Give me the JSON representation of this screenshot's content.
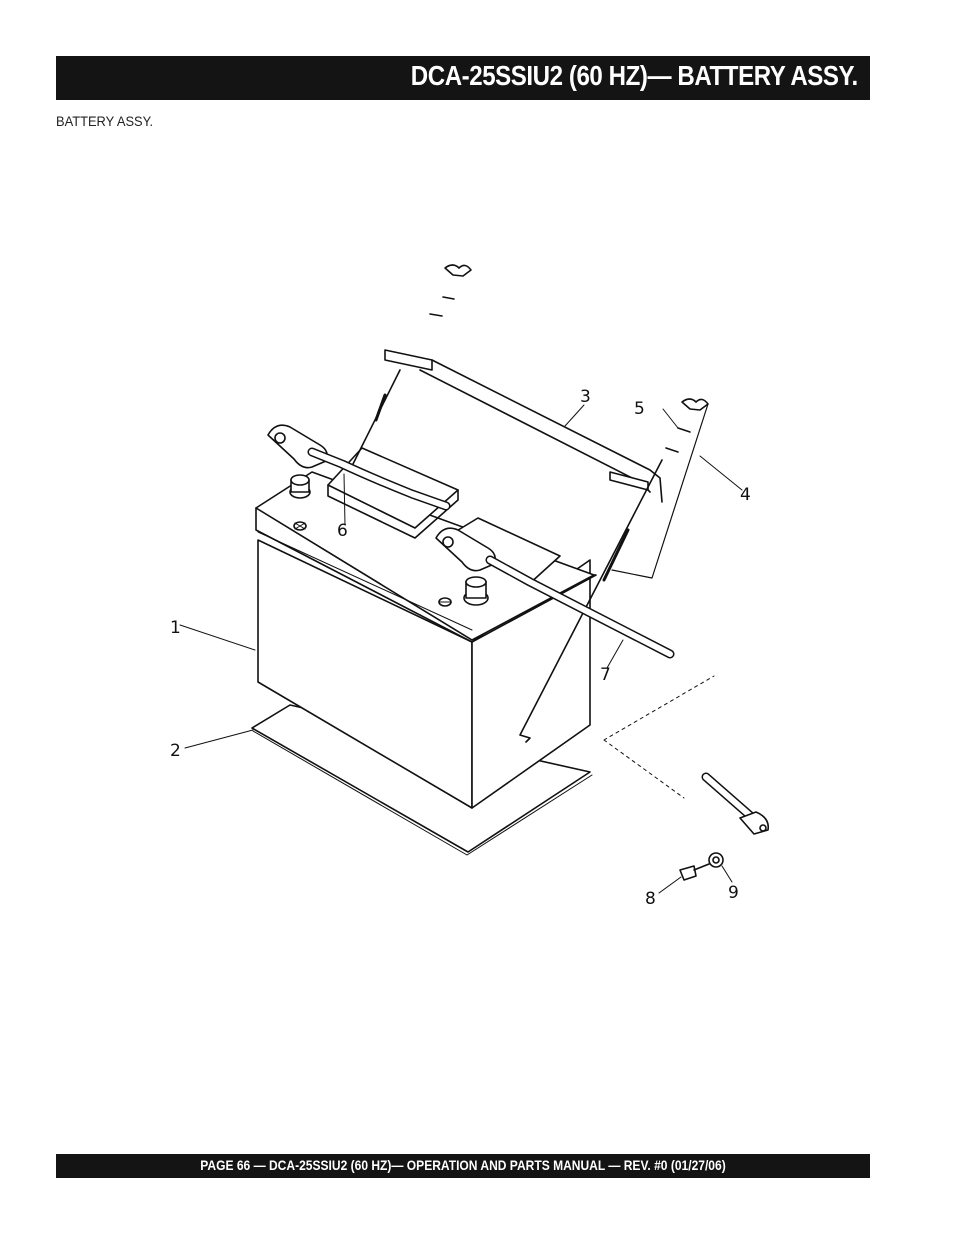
{
  "header": {
    "title": "DCA-25SSIU2 (60 HZ)— BATTERY ASSY."
  },
  "subtitle": "BATTERY ASSY.",
  "diagram": {
    "callouts": [
      "1",
      "2",
      "3",
      "4",
      "5",
      "6",
      "7",
      "8",
      "9"
    ]
  },
  "footer": {
    "text": "PAGE 66 — DCA-25SSIU2 (60 HZ)—  OPERATION AND PARTS  MANUAL — REV. #0  (01/27/06)"
  }
}
